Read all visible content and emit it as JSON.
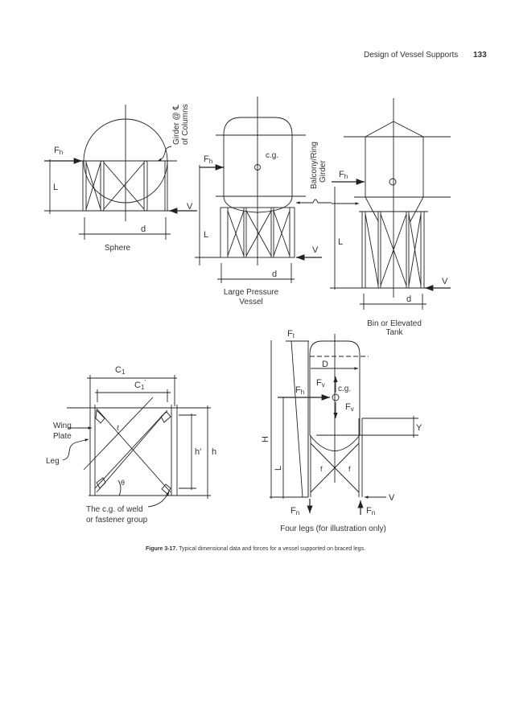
{
  "header": {
    "running_title": "Design of Vessel Supports",
    "page_number": "133"
  },
  "sphere": {
    "label": "Sphere",
    "force_h": "F",
    "force_h_sub": "h",
    "dim_L": "L",
    "dim_d": "d",
    "force_v": "V",
    "girder_line1": "Girder @ ℄",
    "girder_line2": "of Columns"
  },
  "pressure_vessel": {
    "label_line1": "Large Pressure",
    "label_line2": "Vessel",
    "cg": "c.g.",
    "force_h": "F",
    "force_h_sub": "h",
    "dim_L": "L",
    "dim_d": "d",
    "force_v": "V",
    "balcony_line1": "Balcony/Ring",
    "balcony_line2": "Girder"
  },
  "bin": {
    "label_line1": "Bin or Elevated",
    "label_line2": "Tank",
    "force_h": "F",
    "force_h_sub": "h",
    "dim_L": "L",
    "dim_d": "d",
    "force_v": "V"
  },
  "bracing": {
    "dim_c1": "C",
    "dim_c1_sub": "1",
    "dim_c1p": "C",
    "dim_c1p_sub": "1",
    "dim_c1p_prime": "'",
    "dim_hp": "h'",
    "dim_h": "h",
    "wing_line1": "Wing",
    "wing_line2": "Plate",
    "leg": "Leg",
    "theta": "θ",
    "ell": "ℓ",
    "cg_line1": "The c.g. of weld",
    "cg_line2": "or fastener group"
  },
  "four_legs": {
    "label": "Four legs (for illustration only)",
    "ft": "F",
    "ft_sub": "t",
    "fh": "F",
    "fh_sub": "h",
    "fv": "F",
    "fv_sub": "v",
    "fn": "F",
    "fn_sub": "n",
    "cg": "c.g.",
    "dim_D": "D",
    "dim_H": "H",
    "dim_L": "L",
    "dim_Y": "Y",
    "f": "f",
    "v": "V"
  },
  "caption": {
    "label": "Figure 3-17.",
    "text": " Typical dimensional data and forces for a vessel supported on braced legs."
  }
}
